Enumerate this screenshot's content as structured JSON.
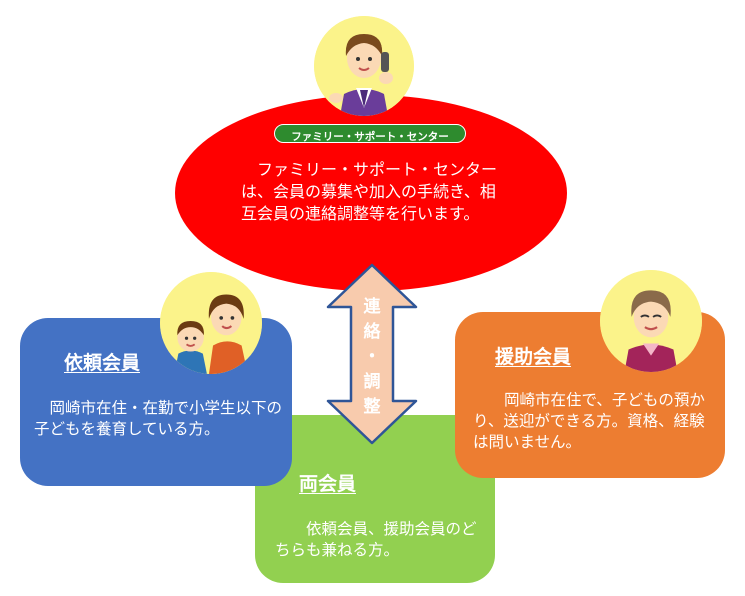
{
  "center": {
    "badge": "ファミリー・サポート・センター",
    "description": "ファミリー・サポート・センターは、会員の募集や加入の手続き、相互会員の連絡調整等を行います。"
  },
  "arrow": {
    "label_top": "連",
    "label_2": "絡",
    "label_dot": "・",
    "label_3": "調",
    "label_bottom": "整"
  },
  "requesting_member": {
    "title": "依頼会員",
    "description": "岡崎市在住・在勤で小学生以下の子どもを養育している方。"
  },
  "supporting_member": {
    "title": "援助会員",
    "description": "岡崎市在住で、子どもの預かり、送迎ができる方。資格、経験は問いません。"
  },
  "both_member": {
    "title": "両会員",
    "description": "依頼会員、援助会員のどちらも兼ねる方。"
  },
  "colors": {
    "center_red": "#ff0000",
    "badge_green": "#2e8b2e",
    "requesting_blue": "#4472c4",
    "supporting_orange": "#ed7d31",
    "both_green": "#92d050",
    "arrow_fill": "#f8cbad",
    "arrow_border": "#2f5597",
    "portrait_yellow": "#fbf38a"
  }
}
